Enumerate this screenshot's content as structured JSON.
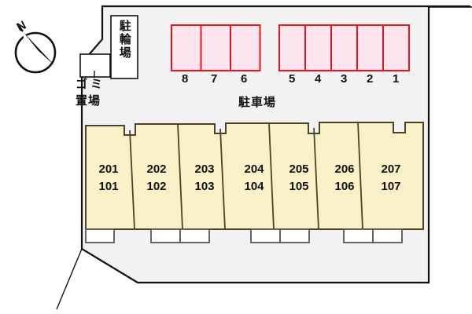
{
  "plan": {
    "title": "駐車場",
    "compass_label": "N",
    "facility_labels": {
      "bicycle_parking": "駐輪場",
      "garbage_line1": "ゴミ",
      "garbage_line2": "置場",
      "parking_lot": "駐車場"
    },
    "colors": {
      "parking_fill": "#fde6ee",
      "parking_stroke": "#ee1122",
      "unit_fill": "#faf1c8",
      "unit_stroke": "#4b4228",
      "lot_fill": "#f2f2f2",
      "lot_stroke": "#111111",
      "balcony_fill": "#ffffff",
      "balcony_stroke": "#555555",
      "text": "#111111"
    },
    "parking_groups": [
      {
        "name": "left-group",
        "stalls": [
          "8",
          "7",
          "6"
        ]
      },
      {
        "name": "right-group",
        "stalls": [
          "5",
          "4",
          "3",
          "2",
          "1"
        ]
      }
    ],
    "units": [
      {
        "upper": "201",
        "lower": "101"
      },
      {
        "upper": "202",
        "lower": "102"
      },
      {
        "upper": "203",
        "lower": "103"
      },
      {
        "upper": "204",
        "lower": "104"
      },
      {
        "upper": "205",
        "lower": "105"
      },
      {
        "upper": "206",
        "lower": "106"
      },
      {
        "upper": "207",
        "lower": "107"
      }
    ]
  }
}
